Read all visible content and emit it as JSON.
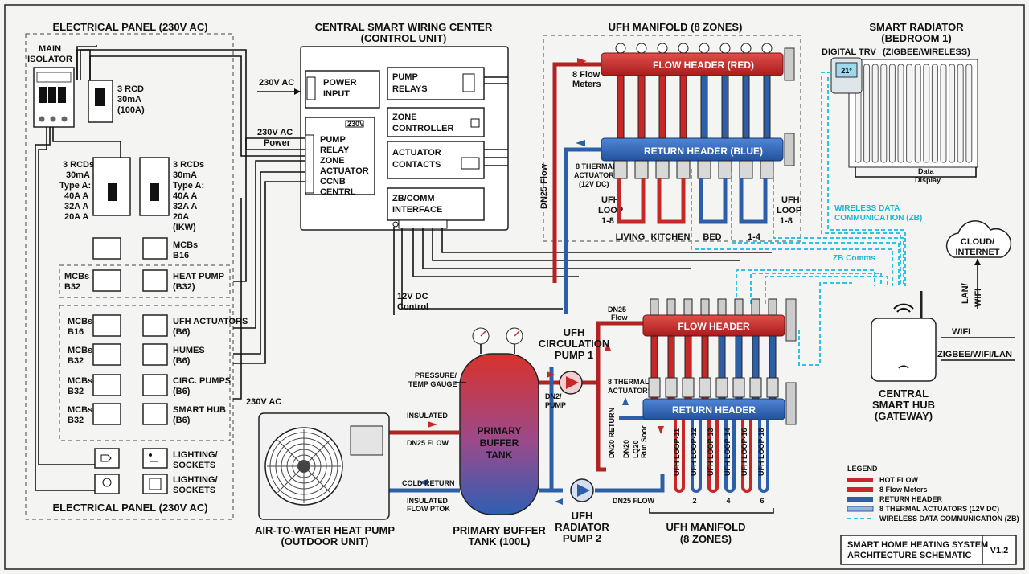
{
  "panel": {
    "title_top": "ELECTRICAL PANEL (230V AC)",
    "title_bottom": "ELECTRICAL PANEL (230V AC)",
    "main_isolator": [
      "MAIN",
      "ISOLATOR"
    ],
    "rcd_main": [
      "3 RCD",
      "30mA",
      "(100A)"
    ],
    "rcds_left": [
      "3 RCDs",
      "30mA",
      "Type A:",
      "40A A",
      "32A A",
      "20A A"
    ],
    "rcds_right": [
      "3 RCDs",
      "30mA",
      "Type A:",
      "40A A",
      "32A A",
      "20A",
      "(IKW)"
    ],
    "mcb_rows": [
      {
        "left": [
          "",
          ""
        ],
        "right": [
          "MCBs",
          "B16"
        ]
      },
      {
        "left": [
          "MCBs",
          "B32"
        ],
        "right": [
          "HEAT PUMP",
          "(B32)"
        ]
      },
      {
        "left": [
          "MCBs",
          "B16"
        ],
        "right": [
          "UFH ACTUATORS",
          "(B6)"
        ]
      },
      {
        "left": [
          "MCBs",
          "B32"
        ],
        "right": [
          "HUMES",
          "(B6)"
        ]
      },
      {
        "left": [
          "MCBs",
          "B32"
        ],
        "right": [
          "CIRC. PUMPS",
          "(B6)"
        ]
      },
      {
        "left": [
          "MCBs",
          "B32"
        ],
        "right": [
          "SMART HUB",
          "(B6)"
        ]
      }
    ],
    "lighting1": [
      "LIGHTING/",
      "SOCKETS"
    ],
    "lighting2": [
      "LIGHTING/",
      "SOCKETS"
    ]
  },
  "control": {
    "title": [
      "CENTRAL SMART WIRING CENTER",
      "(CONTROL UNIT)"
    ],
    "input_label": "230V AC",
    "power_label": [
      "230V AC",
      "Power"
    ],
    "power_input": [
      "POWER",
      "INPUT"
    ],
    "terminals": [
      "PUMP",
      "RELAY",
      "ZONE",
      "ACTUATOR",
      "CCNB",
      "CENTRL"
    ],
    "pump_relays": [
      "PUMP",
      "RELAYS"
    ],
    "zone_controller": [
      "ZONE",
      "CONTROLLER"
    ],
    "actuator_contacts": [
      "ACTUATOR",
      "CONTACTS"
    ],
    "zb_comm": [
      "ZB/COMM",
      "INTERFACE"
    ],
    "twelve_v": [
      "12V DC",
      "Control"
    ],
    "ac_label": "230V AC",
    "terminal_tag": "230V"
  },
  "manifold_top": {
    "title": "UFH MANIFOLD (8 ZONES)",
    "flow_header": "FLOW HEADER (RED)",
    "return_header": "RETURN HEADER (BLUE)",
    "flow_meters": [
      "8 Flow",
      "Meters"
    ],
    "actuators": [
      "8 THERMAL",
      "ACTUATORS",
      "(12V DC)"
    ],
    "loop_left": [
      "UFH",
      "LOOP",
      "1-8"
    ],
    "loop_right": [
      "UFH",
      "LOOP",
      "1-8"
    ],
    "rooms": [
      "LIVING",
      "KITCHEN",
      "BED",
      "1-4"
    ],
    "dn25": "DN25 Flow"
  },
  "radiator": {
    "title": [
      "SMART RADIATOR",
      "(BEDROOM 1)"
    ],
    "trv": "DIGITAL TRV",
    "trv_sub": "(ZIGBEE/WIRELESS)",
    "display": "21°",
    "data_display": [
      "Data",
      "Display"
    ]
  },
  "wireless": {
    "label": [
      "WIRELESS DATA",
      "COMMUNICATION (ZB)"
    ],
    "zb_comms": "ZB Comms"
  },
  "cloud": {
    "label": [
      "CLOUD/",
      "INTERNET"
    ],
    "lan": "LAN/",
    "wifi_v": "WIFI",
    "wifi": "WIFI",
    "zigbee": "ZIGBEE/WIFI/LAN"
  },
  "hub": {
    "label": [
      "CENTRAL",
      "SMART HUB",
      "(GATEWAY)"
    ]
  },
  "manifold_bottom": {
    "title": [
      "UFH MANIFOLD",
      "(8 ZONES)"
    ],
    "flow_header": "FLOW HEADER",
    "return_header": "RETURN HEADER",
    "actuators": [
      "8 THERMAL",
      "ACTUATORS"
    ],
    "dn25_flow": [
      "DN25",
      "Flow"
    ],
    "dn20_return": "DN20 RETURN",
    "dn20": "DN20",
    "lq20": [
      "LQ20",
      "Run Soor"
    ],
    "loops": [
      "UFH LOOP-11",
      "UFH LOOP-12",
      "UFH LOOP-13",
      "UFH LOOP-14",
      "UFH LOOP-16",
      "UFH LOOP-18"
    ],
    "loop_nums": [
      "2",
      "4",
      "6"
    ],
    "dn25_bottom": "DN25 FLOW"
  },
  "tank": {
    "label": [
      "PRIMARY",
      "BUFFER",
      "TANK"
    ],
    "caption": [
      "PRIMARY BUFFER",
      "TANK (100L)"
    ],
    "gauge": [
      "PRESSURE/",
      "TEMP GAUGE"
    ],
    "insulated": "INSULATED",
    "dn25_flow": "DN25 FLOW",
    "cold_return": "COLD RETURN",
    "insulated_ptok": [
      "INSULATED",
      "FLOW PTOK"
    ]
  },
  "pump1": {
    "label": [
      "UFH",
      "CIRCULATION",
      "PUMP 1"
    ],
    "sub": [
      "DN2/",
      "PUMP"
    ]
  },
  "pump2": {
    "label": [
      "UFH",
      "RADIATOR",
      "PUMP 2"
    ]
  },
  "heatpump": {
    "caption": [
      "AIR-TO-WATER HEAT PUMP",
      "(OUTDOOR UNIT)"
    ]
  },
  "legend": {
    "title": "LEGEND",
    "items": [
      "HOT FLOW",
      "8 Flow Meters",
      "RETURN HEADER",
      "8 THERMAL ACTUATORS (12V DC)",
      "WIRELESS DATA COMMUNICATION (ZB)"
    ]
  },
  "title_block": {
    "title": [
      "SMART HOME HEATING SYSTEM",
      "ARCHITECTURE SCHEMATIC"
    ],
    "version": "V1.2"
  },
  "colors": {
    "hot": "#c62828",
    "cold": "#2d5fa8",
    "wireless": "#2ec4e6"
  }
}
